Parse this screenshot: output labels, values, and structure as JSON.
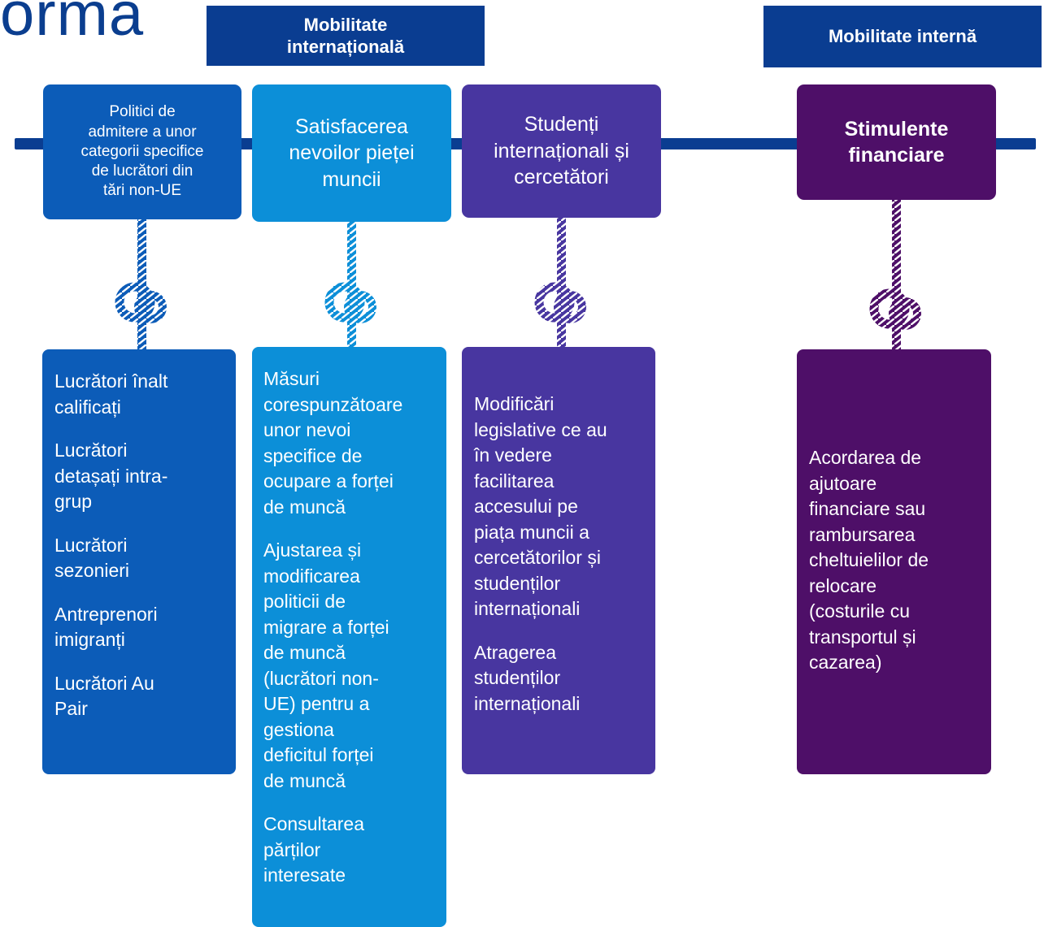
{
  "corner_title": "orma",
  "banners": {
    "international": "Mobilitate\ninternațională",
    "internal": "Mobilitate internă"
  },
  "columns": [
    {
      "heading": "Politici de\nadmitere a unor\ncategorii specifice\nde lucrători din\ntări non-UE",
      "color": "#0c5cb8",
      "items": [
        "Lucrători înalt\ncalificați",
        "Lucrători\ndetașați intra-\ngrup",
        "Lucrători\nsezonieri",
        "Antreprenori\nimigranți",
        "Lucrători Au\nPair"
      ]
    },
    {
      "heading": "Satisfacerea\nnevoilor pieței\nmuncii",
      "color": "#0c8fd8",
      "items": [
        "Măsuri\ncorespunzătoare\nunor nevoi\nspecifice de\nocupare a forței\nde muncă",
        "Ajustarea și\nmodificarea\npoliticii de\nmigrare a forței\nde muncă\n(lucrători non-\nUE) pentru a\ngestiona\ndeficitul forței\nde muncă",
        "Consultarea\npărților\ninteresate"
      ]
    },
    {
      "heading": "Studenți\ninternaționali și\ncercetători",
      "color": "#4836a0",
      "items": [
        "Modificări\nlegislative ce au\nîn vedere\nfacilitarea\naccesului pe\npiața muncii a\ncercetătorilor și\nstudenților\ninternaționali",
        "Atragerea\nstudenților\ninternaționali"
      ]
    },
    {
      "heading": "Stimulente\nfinanciare",
      "color": "#4e0f68",
      "items": [
        "Acordarea de\najutoare\nfinanciare sau\nrambursarea\ncheltuielilor de\nrelocare\n(costurile cu\ntransportul și\ncazarea)"
      ]
    }
  ]
}
